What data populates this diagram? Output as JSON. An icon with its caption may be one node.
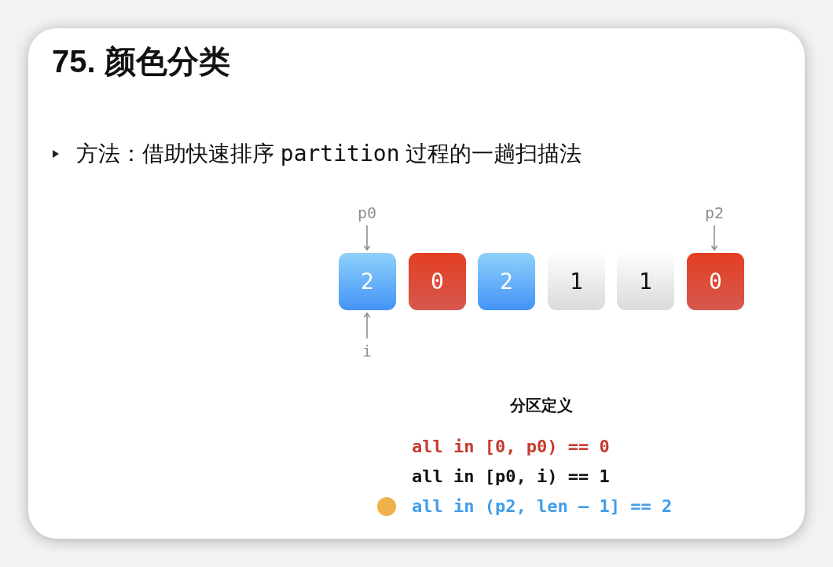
{
  "diagram": {
    "title": "75. 颜色分类",
    "nodes": [
      {
        "text": [
          "p0"
        ]
      },
      {
        "text": [
          "p2"
        ]
      },
      {
        "text": [
          "2"
        ]
      },
      {
        "text": [
          "0"
        ]
      },
      {
        "text": [
          "2"
        ]
      },
      {
        "text": [
          "1"
        ]
      },
      {
        "text": [
          "1"
        ]
      },
      {
        "text": [
          "0"
        ]
      },
      {
        "text": [
          "i"
        ]
      }
    ],
    "edges": [
      {
        "from": 0,
        "to": 2,
        "arrow": "to"
      },
      {
        "from": 1,
        "to": 7,
        "arrow": "to"
      },
      {
        "from": 8,
        "to": 2,
        "arrow": "to"
      }
    ],
    "labels": [
      "方法：借助快速排序 partition 过程的一趟扫描法",
      "分区定义",
      "all in [0, p0) == 0",
      "all in [p0, i) == 1",
      "all in (p2, len – 1] == 2"
    ]
  }
}
